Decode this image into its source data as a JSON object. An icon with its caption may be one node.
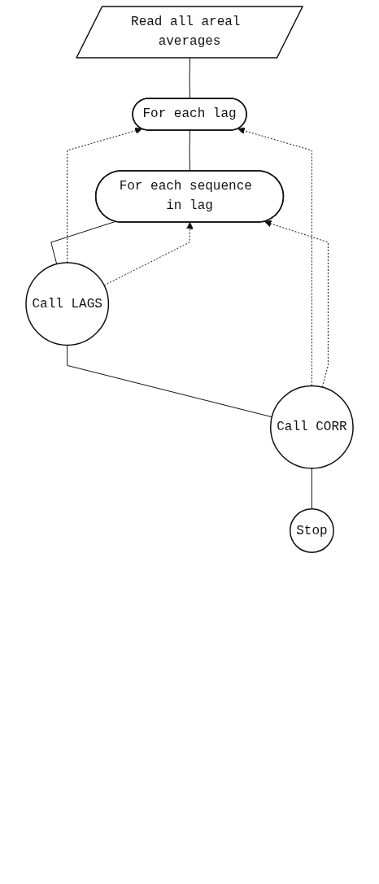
{
  "diagram": {
    "nodes": [
      {
        "text": [
          "Read all areal averages"
        ]
      },
      {
        "text": [
          "For each lag"
        ]
      },
      {
        "text": [
          "For each sequence in lag"
        ]
      },
      {
        "text": [
          "Call LAGS"
        ]
      },
      {
        "text": [
          "Call CORR"
        ]
      },
      {
        "text": [
          "Stop"
        ]
      }
    ],
    "edges": [
      {
        "from": 0,
        "to": 1,
        "arrow": "none"
      },
      {
        "from": 1,
        "to": 2,
        "arrow": "none"
      },
      {
        "from": 2,
        "to": 3,
        "arrow": "none"
      },
      {
        "from": 3,
        "to": 4,
        "arrow": "none"
      },
      {
        "from": 4,
        "to": 5,
        "arrow": "none"
      },
      {
        "from": 3,
        "to": 1,
        "arrow": "to",
        "style": "dashed"
      },
      {
        "from": 3,
        "to": 2,
        "arrow": "to",
        "style": "dashed"
      },
      {
        "from": 4,
        "to": 1,
        "arrow": "to",
        "style": "dashed"
      },
      {
        "from": 4,
        "to": 2,
        "arrow": "to",
        "style": "dashed"
      }
    ]
  }
}
